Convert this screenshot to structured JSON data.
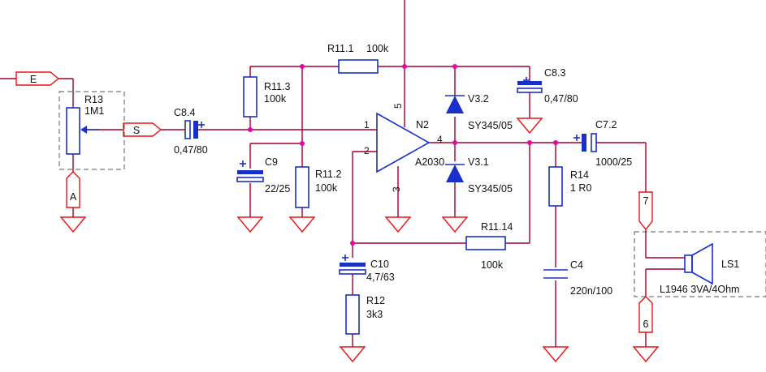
{
  "connectors": {
    "E": "E",
    "S": "S",
    "A": "A",
    "p7": "7",
    "p6": "6"
  },
  "components": {
    "R13": {
      "ref": "R13",
      "value": "1M1"
    },
    "C84": {
      "ref": "C8.4",
      "value": "0,47/80"
    },
    "R113": {
      "ref": "R11.3",
      "value": "100k"
    },
    "R111": {
      "ref": "R11.1",
      "value": "100k"
    },
    "C9": {
      "ref": "C9",
      "value": "22/25"
    },
    "R112": {
      "ref": "R11.2",
      "value": "100k"
    },
    "N2": {
      "ref": "N2",
      "value": "A2030",
      "pins": [
        "1",
        "2",
        "3",
        "4",
        "5"
      ]
    },
    "V32": {
      "ref": "V3.2",
      "value": "SY345/05"
    },
    "V31": {
      "ref": "V3.1",
      "value": "SY345/05"
    },
    "C83": {
      "ref": "C8.3",
      "value": "0,47/80"
    },
    "R1114": {
      "ref": "R11.14",
      "value": "100k"
    },
    "C10": {
      "ref": "C10",
      "value": "4,7/63"
    },
    "R12": {
      "ref": "R12",
      "value": "3k3"
    },
    "C72": {
      "ref": "C7.2",
      "value": "1000/25"
    },
    "R14": {
      "ref": "R14",
      "value": "1  R0"
    },
    "C4": {
      "ref": "C4",
      "value": "220n/100"
    },
    "LS1": {
      "ref": "LS1",
      "value": "L1946  3VA/4Ohm"
    }
  }
}
